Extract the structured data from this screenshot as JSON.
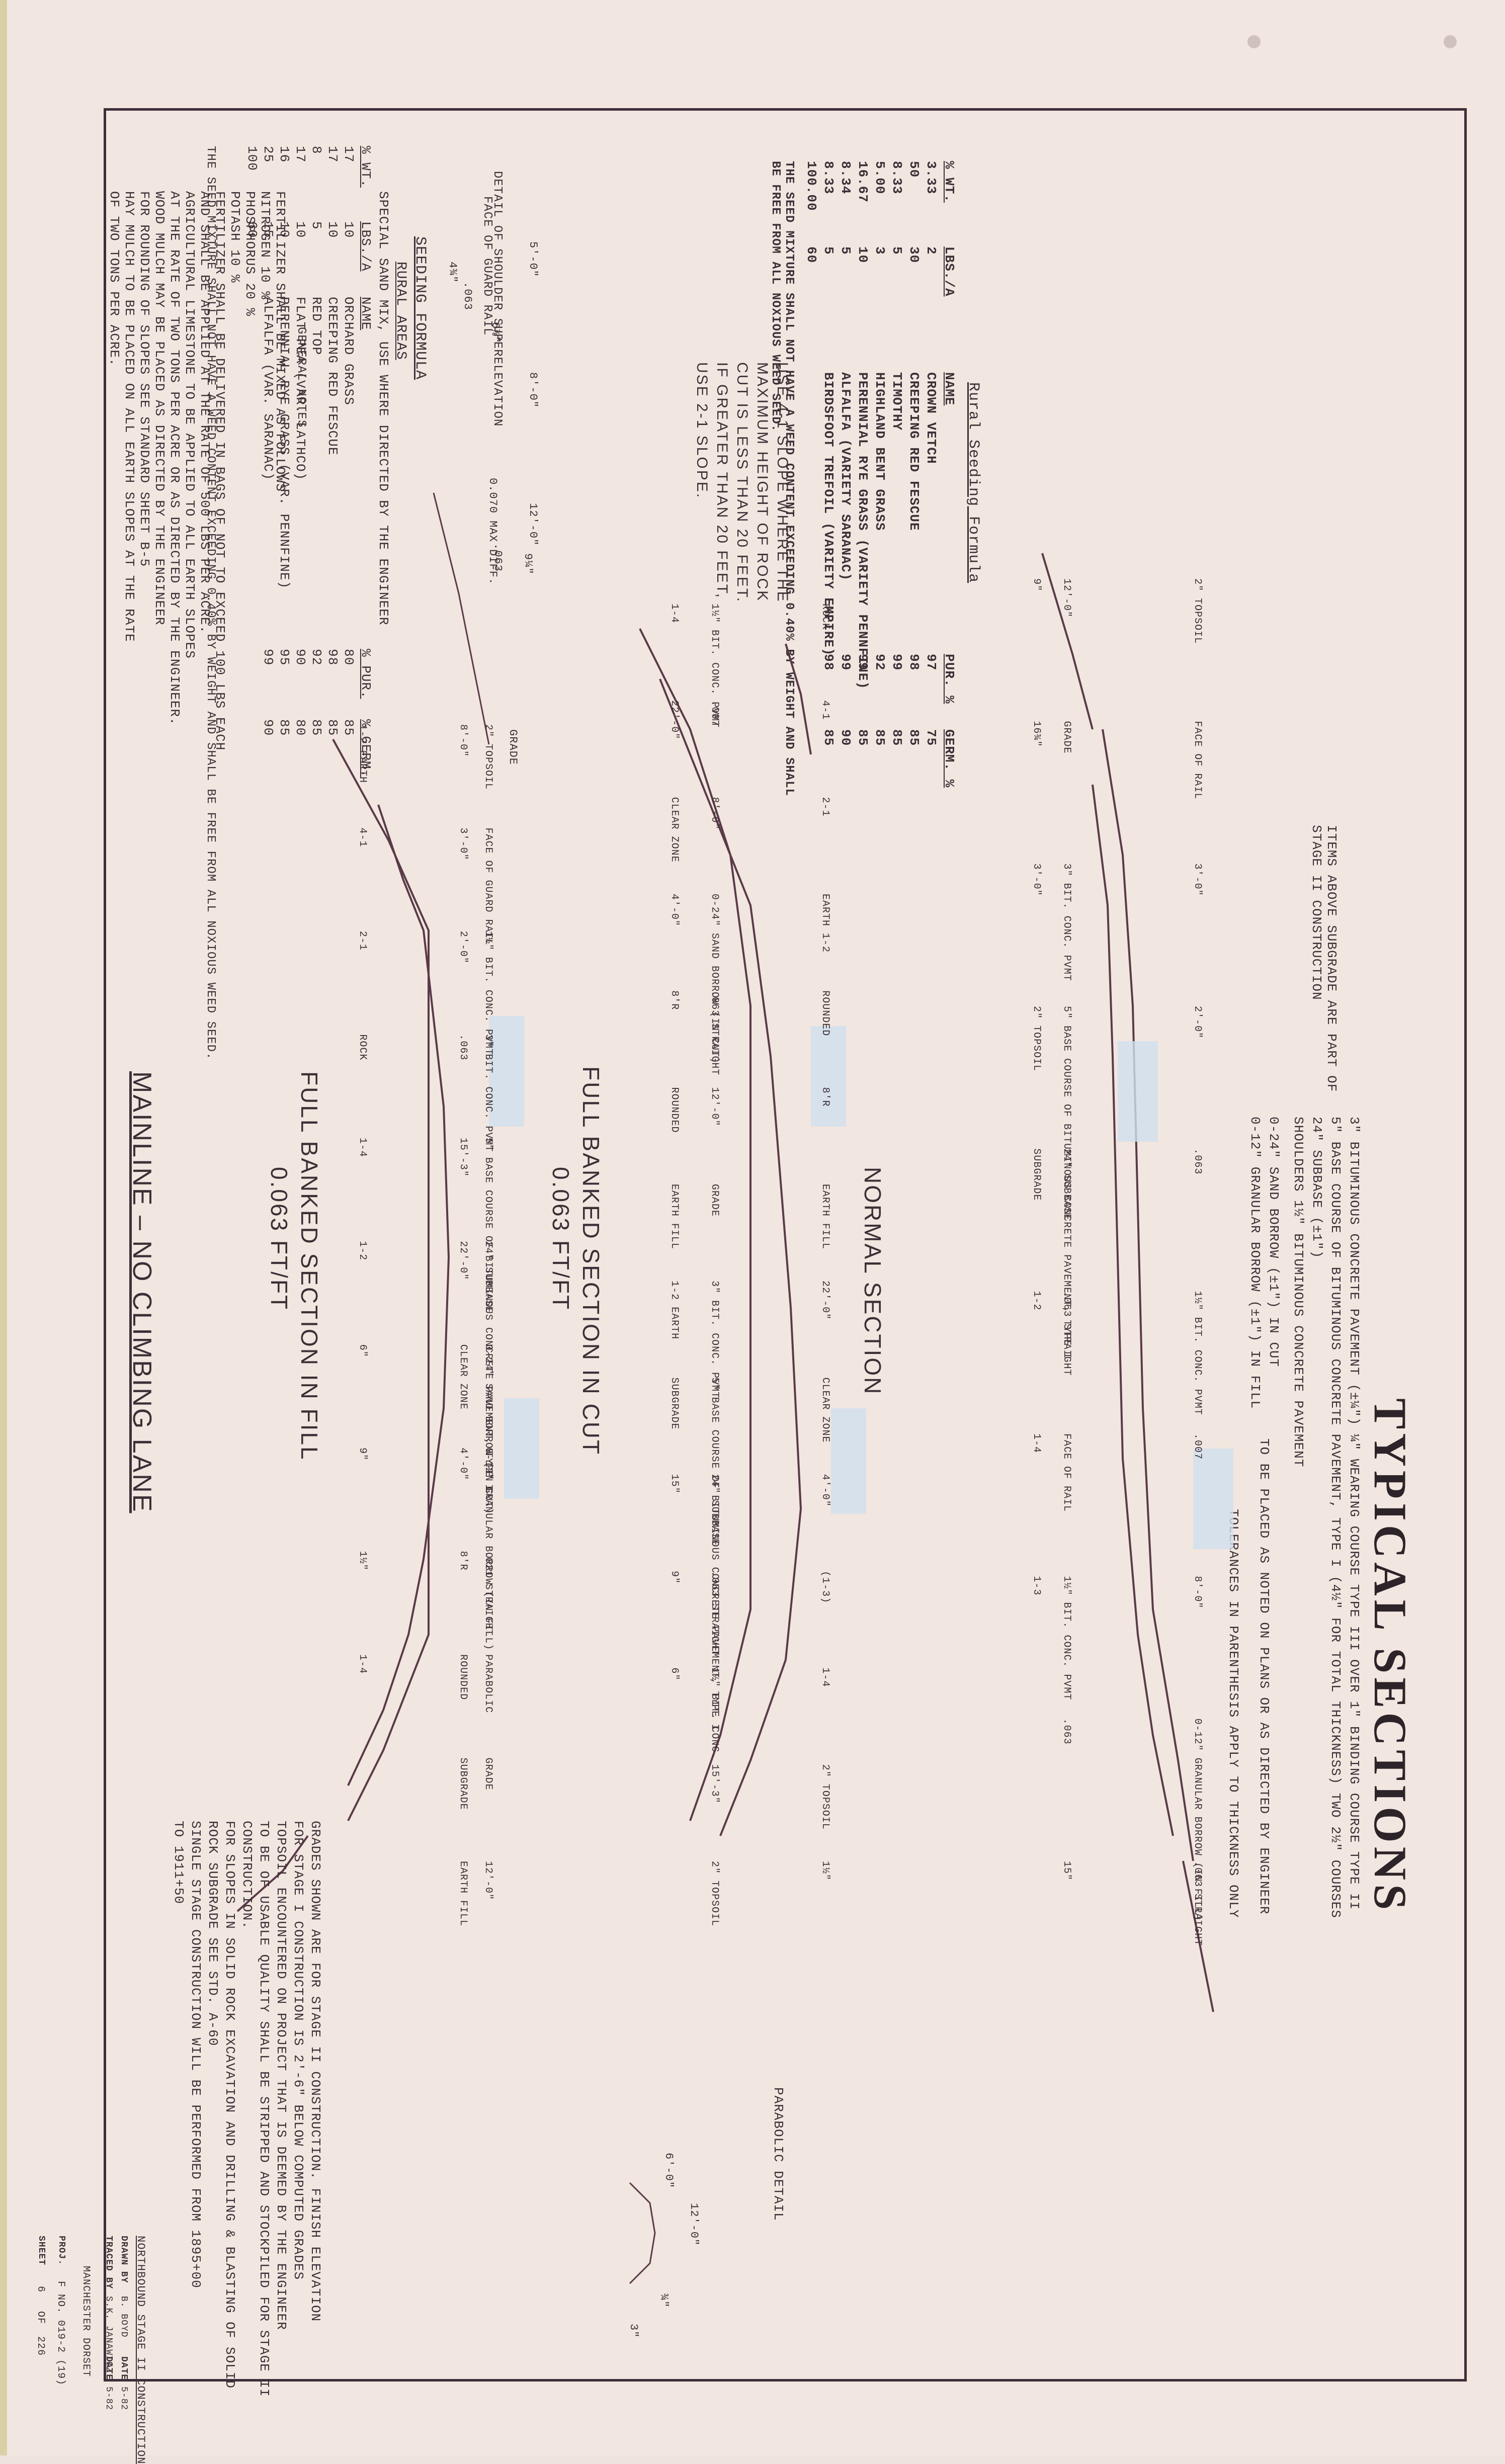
{
  "title": "TYPICAL SECTIONS",
  "pavement_notes": {
    "items": [
      "3\" BITUMINOUS CONCRETE PAVEMENT (±¼\") ¼\" WEARING COURSE TYPE III  OVER 1\" BINDING COURSE TYPE II",
      "5\" BASE COURSE OF BITUMINOUS CONCRETE PAVEMENT, TYPE I (4½\" FOR TOTAL THICKNESS) TWO 2½\" COURSES",
      "24\" SUBBASE (±1\")",
      "SHOULDERS 1½\" BITUMINOUS CONCRETE PAVEMENT",
      "0-24\" SAND BORROW (±1\") IN CUT",
      "0-12\" GRANULAR BORROW (±1\") IN FILL"
    ],
    "bracket_left": "ITEMS ABOVE SUBGRADE ARE PART OF STAGE II CONSTRUCTION",
    "bracket_right": "TO BE PLACED AS NOTED ON PLANS OR AS DIRECTED BY ENGINEER",
    "tolerance": "TOLERANCES IN PARENTHESIS APPLY TO THICKNESS ONLY"
  },
  "seeding": {
    "title": "SEEDING FORMULA",
    "subtitle": "RURAL AREAS",
    "special": "SPECIAL SAND MIX, USE WHERE DIRECTED BY THE ENGINEER",
    "headers": [
      "% WT.",
      "LBS./A",
      "NAME",
      "% PUR.",
      "% GERM."
    ],
    "rows": [
      [
        "17",
        "10",
        "ORCHARD GRASS",
        "80",
        "85"
      ],
      [
        "17",
        "10",
        "CREEPING RED FESCUE",
        "98",
        "85"
      ],
      [
        "8",
        "5",
        "RED TOP",
        "92",
        "85"
      ],
      [
        "17",
        "10",
        "FLAT PEA (VAR. LATHCO)",
        "90",
        "80"
      ],
      [
        "16",
        "10",
        "PERENNIAL RYE GRASS (VAR. PENNFINE)",
        "95",
        "85"
      ],
      [
        "25",
        "15",
        "ALFALFA (VAR. SARANAC)",
        "99",
        "90"
      ],
      [
        "100",
        "60",
        "",
        "",
        ""
      ]
    ],
    "note": "THE SEED MIXTURE SHALL NOT HAVE A WEED CONTENT EXCEEDING 0.40% BY WEIGHT AND SHALL BE FREE FROM ALL NOXIOUS WEED SEED.",
    "general_notes_title": "GENERAL NOTES",
    "general_notes": [
      "FERTILIZER SHALL BE MIXED AS FOLLOWS",
      "NITROGEN          10 %",
      "PHOSPHORUS        20 %",
      "POTASH            10 %",
      "FERTILIZER SHALL BE DELIVERED IN BAGS OF NOT TO EXCEED 100 LBS EACH",
      "AND SHALL BE APPLIED AT THE RATE OF 500 LBS PER ACRE.",
      "AGRICULTURAL LIMESTONE TO BE APPLIED TO ALL EARTH SLOPES",
      "AT THE RATE OF TWO TONS PER ACRE OR AS DIRECTED BY THE ENGINEER.",
      "WOOD MULCH MAY BE PLACED AS DIRECTED BY THE ENGINEER",
      "FOR ROUNDING OF SLOPES SEE STANDARD SHEET B-5",
      "HAY MULCH TO BE PLACED ON ALL EARTH SLOPES AT THE RATE",
      "OF TWO TONS PER ACRE."
    ]
  },
  "rural_seeding": {
    "title": "Rural Seeding Formula",
    "headers": [
      "% WT.",
      "LBS./A",
      "NAME",
      "PUR. %",
      "GERM. %"
    ],
    "rows": [
      [
        "3.33",
        "2",
        "CROWN VETCH",
        "97",
        "75"
      ],
      [
        "50",
        "30",
        "CREEPING RED FESCUE",
        "98",
        "85"
      ],
      [
        "8.33",
        "5",
        "TIMOTHY",
        "99",
        "85"
      ],
      [
        "5.00",
        "3",
        "HIGHLAND BENT GRASS",
        "92",
        "85"
      ],
      [
        "16.67",
        "10",
        "PERENNIAL RYE GRASS (VARIETY PENNFINE)",
        "99",
        "85"
      ],
      [
        "8.34",
        "5",
        "ALFALFA (VARIETY SARANAC)",
        "99",
        "90"
      ],
      [
        "8.33",
        "5",
        "BIRDSFOOT TREFOIL (VARIETY EMPIRE)",
        "98",
        "85"
      ],
      [
        "100.00",
        "60",
        "",
        "",
        ""
      ]
    ],
    "note": "THE SEED MIXTURE SHALL NOT HAVE A WEED CONTENT EXCEEDING 0.40% BY WEIGHT AND SHALL BE FREE FROM ALL NOXIOUS WEED SEED."
  },
  "rock_note": [
    "USE 4-1 SLOPE WHERE THE",
    "MAXIMUM HEIGHT OF ROCK",
    "CUT IS LESS THAN 20 FEET.",
    "IF GREATER THAN 20 FEET,",
    "USE 2-1 SLOPE."
  ],
  "detail_super": {
    "caption": "DETAIL OF SHOULDER SUPERELEVATION",
    "labels": [
      "FACE OF GUARD RAIL",
      "5'-0\"",
      "8'-0\"",
      "12'-0\"",
      "4¾\"",
      ".063",
      "6⅞\"",
      "9¼\"",
      ".063",
      "0.070 MAX DIFF.",
      "GRADE"
    ]
  },
  "sections": {
    "normal": "NORMAL SECTION",
    "banked_cut": "FULL BANKED SECTION IN CUT",
    "banked_cut_rate": "0.063 FT/FT",
    "banked_fill": "FULL BANKED SECTION IN FILL",
    "banked_fill_rate": "0.063 FT/FT",
    "mainline": "MAINLINE – NO CLIMBING LANE"
  },
  "section_labels": {
    "normal": [
      "2\" TOPSOIL",
      "FACE OF GUARD RAIL",
      "1½\" BIT. CONC. PVMT.",
      "3\" BIT. CONC. PVMT",
      "5\" BASE COURSE OF BITUMINOUS CONCRETE PAVEMENT, TYPE I",
      "24\" SUBBASE",
      "0-24\" SAND BORROW (IN CUT)",
      "0-12\" GRANULAR BORROW (IN FILL)",
      ".021 STRAIGHT",
      "PARABOLIC",
      "GRADE",
      "12'-0\"",
      "8'-0\"",
      "3'-0\"",
      "2'-0\"",
      ".063",
      "15'-3\"",
      "22'-0\"",
      "CLEAR ZONE",
      "4'-0\"",
      "8'R",
      "ROUNDED",
      "SUBGRADE",
      "EARTH FILL",
      "1-2 EARTH",
      "4-1",
      "2-1",
      "ROCK",
      "1-4",
      "1-2",
      "6\"",
      "9\"",
      "1½\"",
      "1-4"
    ],
    "cut": [
      "ROCK",
      "4-1",
      "2-1",
      "EARTH 1-2",
      "ROUNDED",
      "8'R",
      "EARTH FILL",
      "22'-0\"",
      "CLEAR ZONE",
      "4'-0\"",
      "(1-3)",
      "1-4",
      "2\" TOPSOIL",
      "1½\"",
      "1½\" BIT. CONC. PVMT",
      ".007",
      "8'-0\"",
      "0-24\" SAND BORROW (IN CUT)",
      ".063 STRAIGHT",
      "12'-0\"",
      "GRADE",
      "3\" BIT. CONC. PVMT",
      "5\" BASE COURSE OF BITUMINOUS CONCRETE PAVEMENT, TYPE I",
      "24\" SUBBASE",
      ".063 STRAIGHT",
      "1½\" BIT. CONC.",
      "15'-3\"",
      "2\" TOPSOIL",
      "1-4",
      "22'-0\"",
      "CLEAR ZONE",
      "4'-0\"",
      "8'R",
      "ROUNDED",
      "EARTH FILL",
      "1-2 EARTH",
      "SUBGRADE",
      "15\"",
      "9\"",
      "6\""
    ],
    "fill": [
      "2\" TOPSOIL",
      "FACE OF RAIL",
      "3'-0\"",
      "2'-0\"",
      ".063",
      "1½\" BIT. CONC. PVMT",
      ".007",
      "8'-0\"",
      "0-12\" GRANULAR BORROW (IN FILL)",
      ".063 STRAIGHT",
      "12'-0\"",
      "GRADE",
      "3\" BIT. CONC. PVMT",
      "5\" BASE COURSE OF BITUMINOUS CONCRETE PAVEMENT, TYPE I",
      "24\" SUBBASE",
      ".063 STRAIGHT",
      "FACE OF RAIL",
      "1½\" BIT. CONC. PVMT",
      ".063",
      "15\"",
      "9\"",
      "16¾\"",
      "3'-0\"",
      "2\" TOPSOIL",
      "SUBGRADE",
      "1-2",
      "1-4",
      "1-3"
    ]
  },
  "parabolic_detail": {
    "title": "PARABOLIC DETAIL",
    "labels": [
      "12'-0\"",
      "6'-0\"",
      "¾\"",
      "3\""
    ]
  },
  "grade_notes": [
    "GRADES SHOWN ARE FOR STAGE II CONSTRUCTION. FINISH ELEVATION",
    "FOR STAGE I CONSTRUCTION IS 2'-6\" BELOW COMPUTED GRADES",
    "TOPSOIL ENCOUNTERED ON PROJECT THAT IS DEEMED BY THE ENGINEER",
    "TO BE OF USABLE QUALITY SHALL BE STRIPPED AND STOCKPILED FOR STAGE II",
    "CONSTRUCTION.",
    "FOR SLOPES IN SOLID ROCK EXCAVATION AND DRILLING & BLASTING OF SOLID",
    "ROCK SUBGRADE SEE STD. A-60",
    "SINGLE STAGE CONSTRUCTION WILL BE PERFORMED FROM 1895+00",
    "TO 1911+50"
  ],
  "title_block": {
    "header": "NORTHBOUND  STAGE II CONSTRUCTION",
    "drawn_label": "DRAWN BY",
    "drawn_by": "B. BOYD",
    "drawn_date_label": "DATE",
    "drawn_date": "5-82",
    "traced_label": "TRACED BY",
    "traced_by": "S.K. JANAWICZ",
    "traced_date_label": "DATE",
    "traced_date": "5-82",
    "town": "MANCHESTER   DORSET",
    "proj_label": "PROJ.",
    "proj": "F  NO. 019-2 (19)",
    "sheet_label": "SHEET",
    "sheet": "6",
    "of_label": "OF",
    "of": "226"
  },
  "colors": {
    "paper": "#f2e6e0",
    "ink": "#3b3036",
    "line": "#5a3a48",
    "highlight": "#cfe0ee"
  }
}
